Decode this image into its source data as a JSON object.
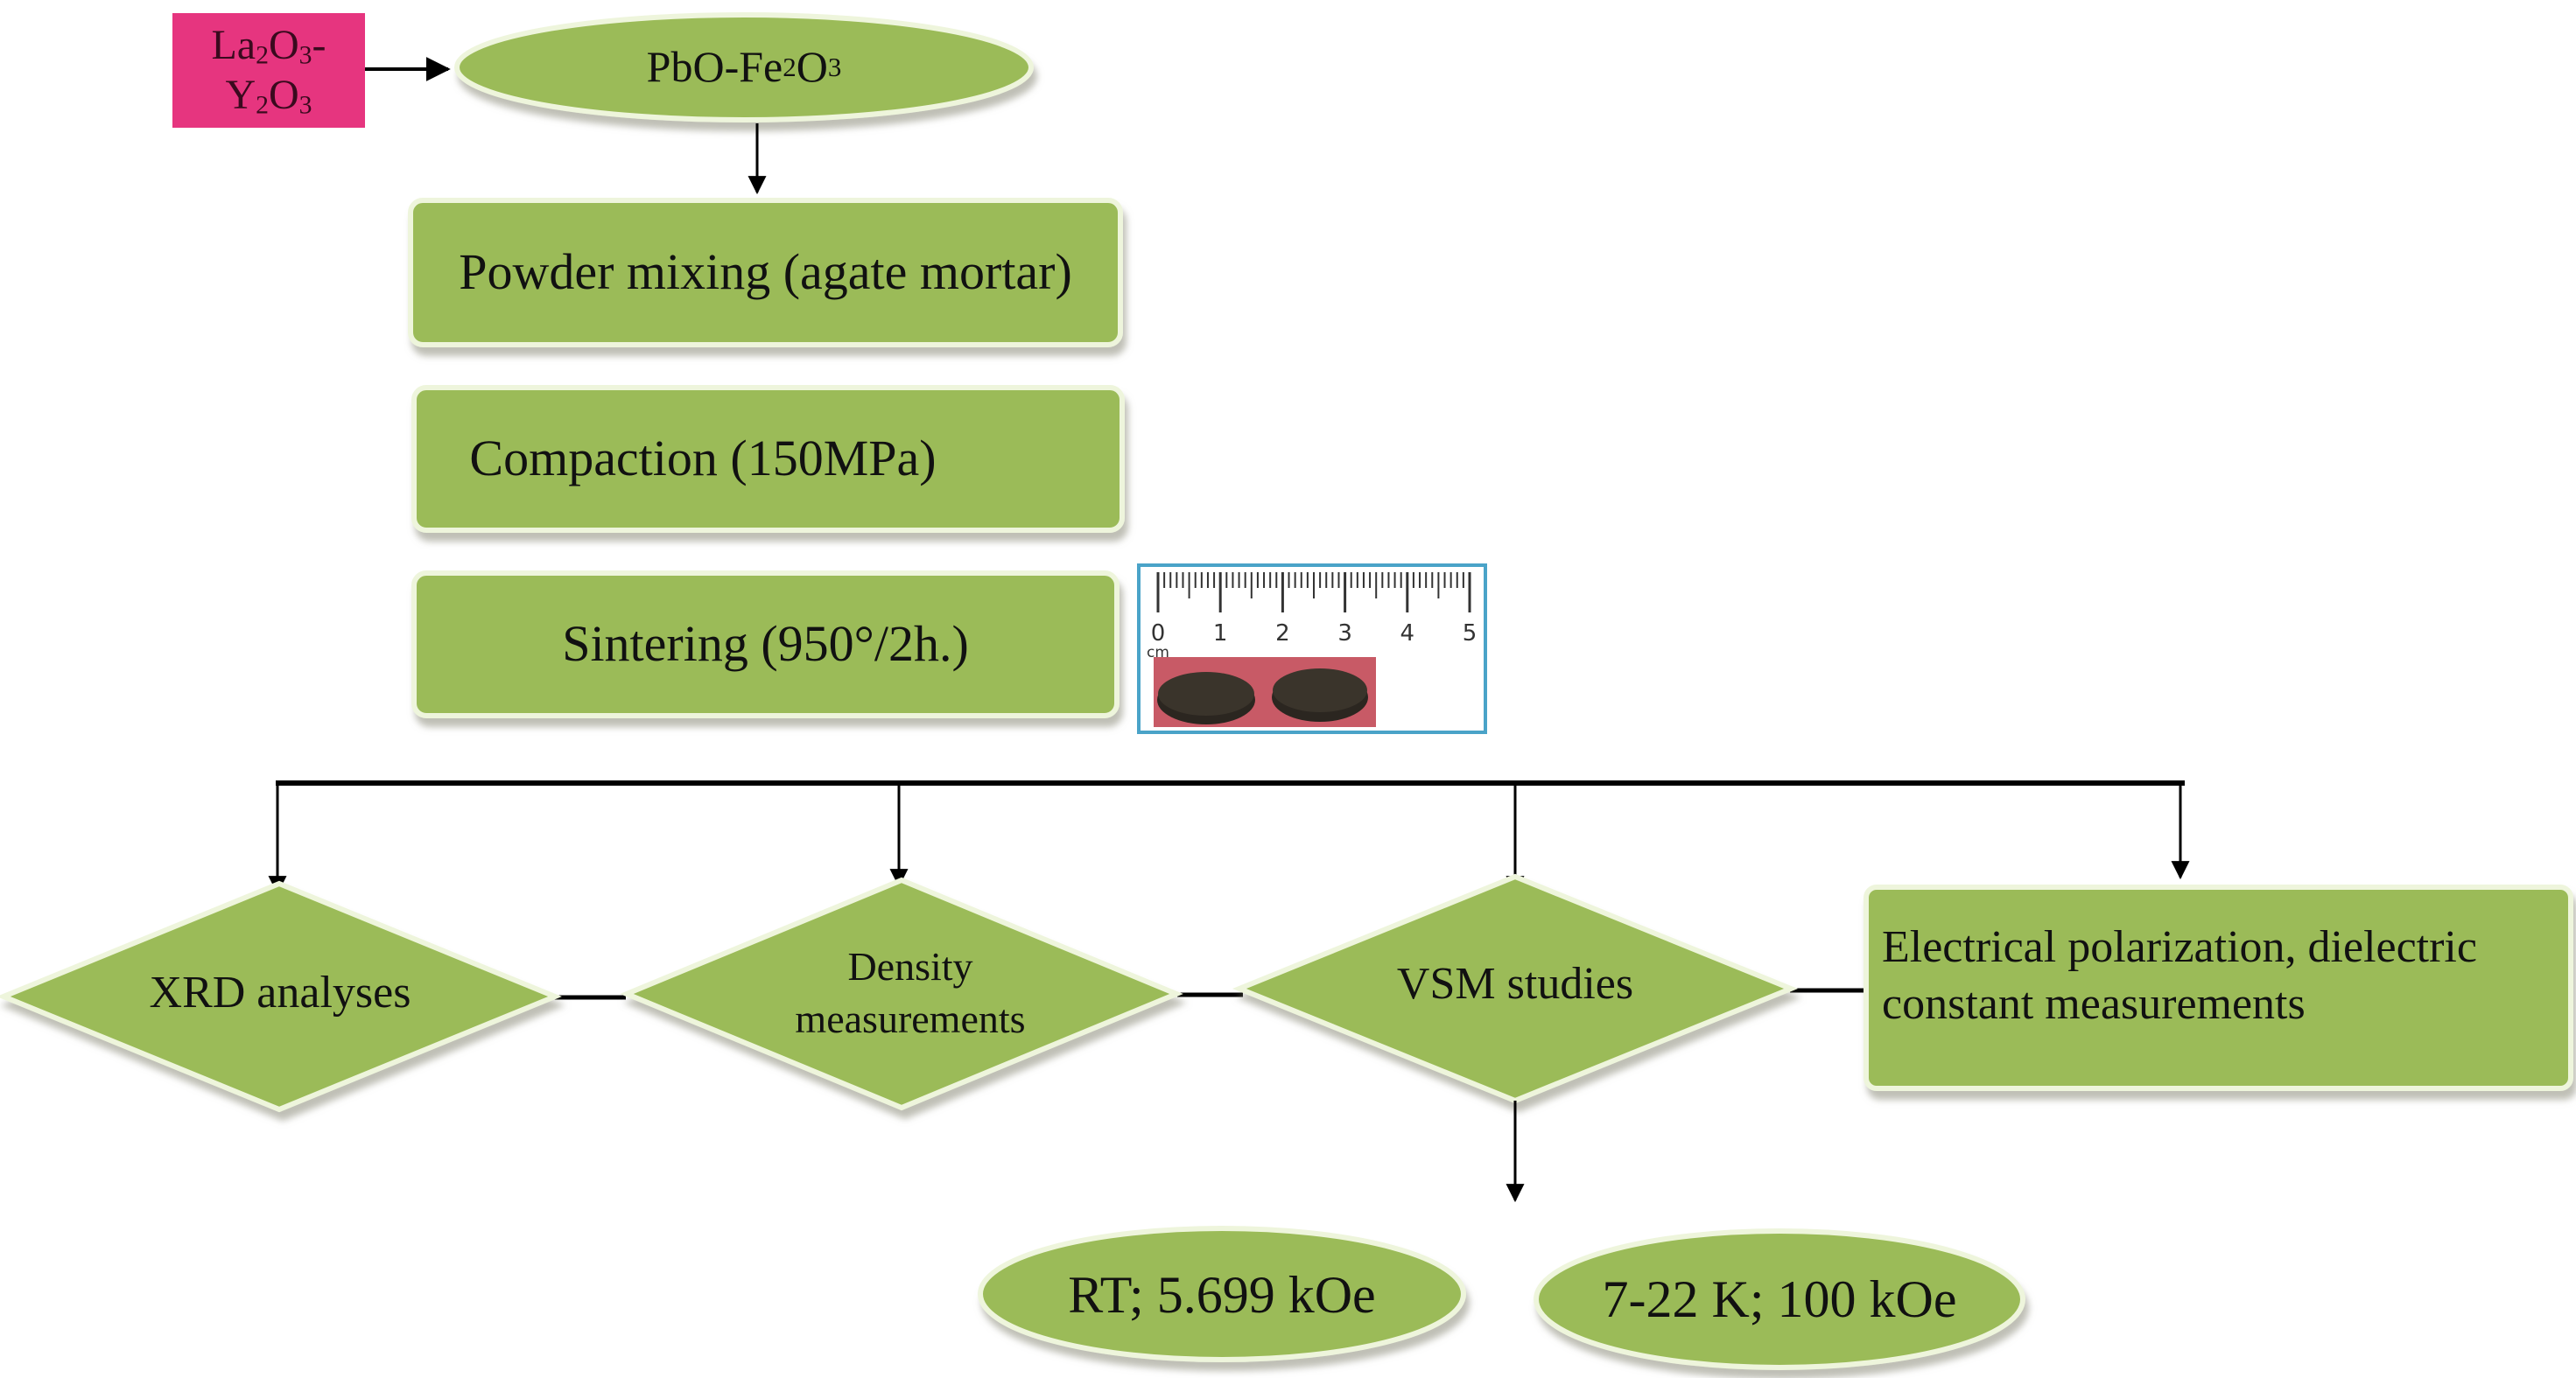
{
  "diagram": {
    "title": "",
    "colors": {
      "node_fill": "#9bbb59",
      "input_fill": "#e6357f",
      "edge": "#000000",
      "ruler_border": "#4aa3c8",
      "sample_bg": "#c85a66",
      "pellet": "#2f2a22"
    },
    "input_node": {
      "line1": "La2O3-",
      "line2": "Y2O3"
    },
    "start_node": {
      "label": "PbO-Fe2O3"
    },
    "steps": [
      {
        "label": "Powder mixing (agate mortar)"
      },
      {
        "label": "Compaction (150MPa)"
      },
      {
        "label": "Sintering (950°/2h.)"
      }
    ],
    "sample_photo": {
      "ruler_ticks": [
        "0",
        "1",
        "2",
        "3",
        "4",
        "5"
      ],
      "ruler_unit": "cm",
      "description": "two sintered pellets"
    },
    "analyses": [
      {
        "label": "XRD analyses",
        "shape": "diamond"
      },
      {
        "label_line1": "Density",
        "label_line2": "measurements",
        "shape": "diamond"
      },
      {
        "label": "VSM studies",
        "shape": "diamond"
      },
      {
        "label_line1": "Electrical polarization, dielectric",
        "label_line2": "constant measurements",
        "shape": "rect"
      }
    ],
    "vsm_results": [
      {
        "label": "RT; 5.699 kOe"
      },
      {
        "label": "7-22 K; 100 kOe"
      }
    ]
  }
}
